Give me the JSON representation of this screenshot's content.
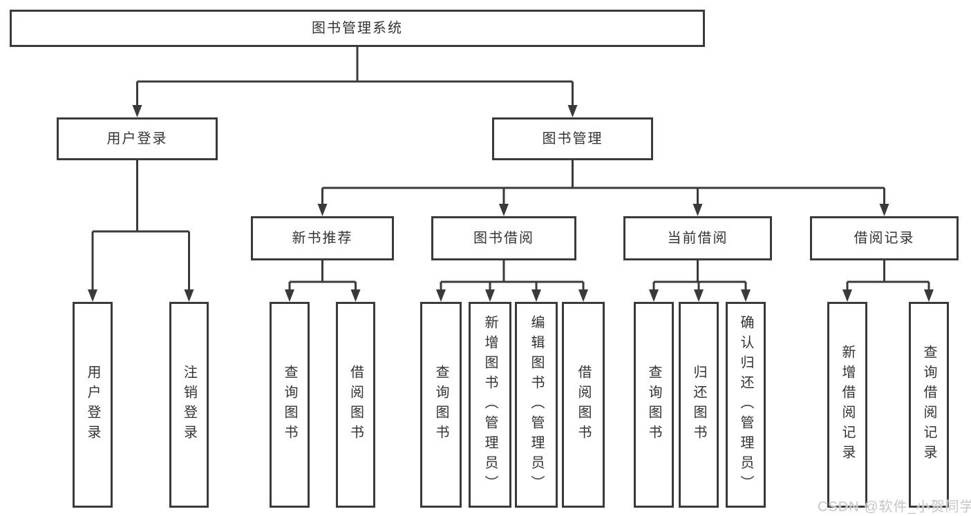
{
  "diagram": {
    "colors": {
      "line": "#3a3a3a",
      "box_border": "#3a3a3a",
      "text": "#333333",
      "background": "#ffffff",
      "watermark_text": "#c6c6c6"
    },
    "root": {
      "label": "图书管理系统"
    },
    "branches": {
      "user_login": {
        "label": "用户登录",
        "children": [
          {
            "label": "用户登录"
          },
          {
            "label": "注销登录"
          }
        ]
      },
      "book_management": {
        "label": "图书管理",
        "children": [
          {
            "label": "新书推荐",
            "children": [
              {
                "label": "查询图书"
              },
              {
                "label": "借阅图书"
              }
            ]
          },
          {
            "label": "图书借阅",
            "children": [
              {
                "label": "查询图书"
              },
              {
                "label": "新增图书（管理员）"
              },
              {
                "label": "编辑图书（管理员）"
              },
              {
                "label": "借阅图书"
              }
            ]
          },
          {
            "label": "当前借阅",
            "children": [
              {
                "label": "查询图书"
              },
              {
                "label": "归还图书"
              },
              {
                "label": "确认归还（管理员）"
              }
            ]
          },
          {
            "label": "借阅记录",
            "children": [
              {
                "label": "新增借阅记录"
              },
              {
                "label": "查询借阅记录"
              }
            ]
          }
        ]
      }
    },
    "watermark": "CSDN @软件_小贺同学"
  }
}
